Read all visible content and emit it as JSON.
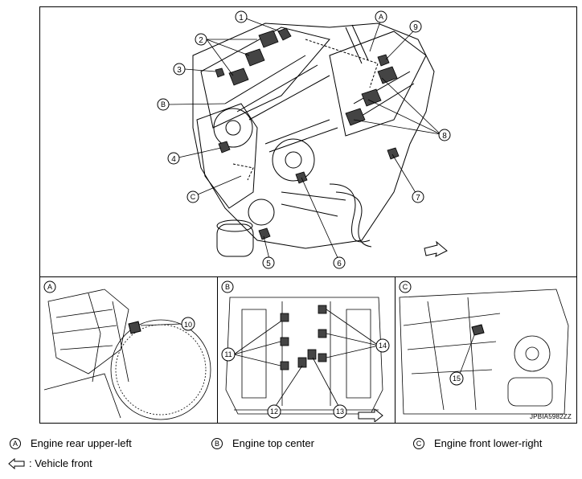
{
  "callouts_main": [
    "1",
    "2",
    "3",
    "4",
    "5",
    "6",
    "7",
    "8",
    "9"
  ],
  "view_letters": [
    "A",
    "B",
    "C"
  ],
  "callouts_inset": [
    "10",
    "11",
    "12",
    "13",
    "14",
    "15"
  ],
  "figure_code": "JPBIA5982ZZ",
  "legend": [
    {
      "symbol": "A",
      "text": "Engine rear upper-left"
    },
    {
      "symbol": "B",
      "text": "Engine top center"
    },
    {
      "symbol": "C",
      "text": "Engine front lower-right"
    }
  ],
  "vehicle_front_text": ": Vehicle front",
  "icons": [
    "arrow-icon",
    "vehicle-front-arrow-icon"
  ]
}
